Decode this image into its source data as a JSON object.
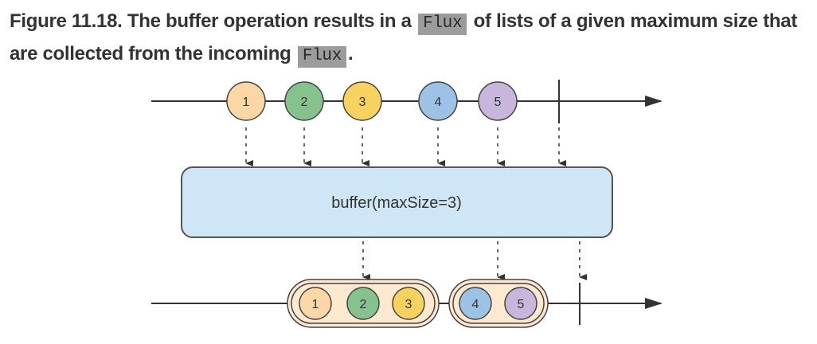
{
  "caption": {
    "part1": "Figure 11.18. The buffer operation results in a",
    "code1": "Flux",
    "part2": "of lists of a given maximum size that are collected from the incoming",
    "code2": "Flux",
    "part3": "."
  },
  "operator": {
    "label": "buffer(maxSize=3)",
    "fill": "#cfe6f7",
    "stroke": "#555555"
  },
  "marbles": [
    {
      "label": "1",
      "color": "#fbd7a6"
    },
    {
      "label": "2",
      "color": "#86c28d"
    },
    {
      "label": "3",
      "color": "#f7d25e"
    },
    {
      "label": "4",
      "color": "#9cc3e6"
    },
    {
      "label": "5",
      "color": "#c9b6dc"
    }
  ],
  "buffers": [
    {
      "items": [
        "1",
        "2",
        "3"
      ]
    },
    {
      "items": [
        "4",
        "5"
      ]
    }
  ],
  "colors": {
    "line": "#333333",
    "buffer_fill": "#fde9cf",
    "caption_code_bg": "#9c9c9c"
  }
}
